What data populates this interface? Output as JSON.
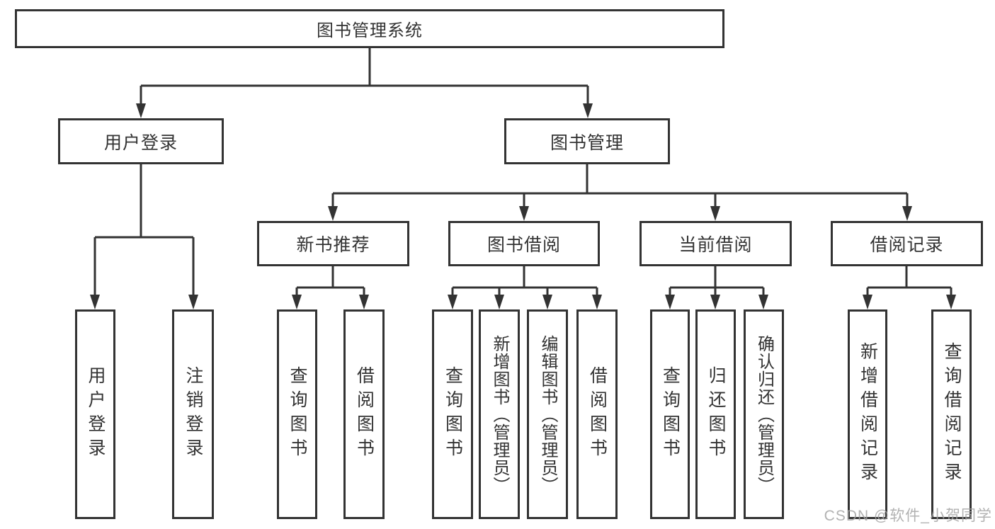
{
  "tree": {
    "root": {
      "label": "图书管理系统"
    },
    "branches": [
      {
        "label": "用户登录",
        "leaves": [
          {
            "label": "用户登录"
          },
          {
            "label": "注销登录"
          }
        ]
      },
      {
        "label": "图书管理",
        "groups": [
          {
            "label": "新书推荐",
            "leaves": [
              {
                "label": "查询图书"
              },
              {
                "label": "借阅图书"
              }
            ]
          },
          {
            "label": "图书借阅",
            "leaves": [
              {
                "label": "查询图书"
              },
              {
                "label": "新增图书（管理员）"
              },
              {
                "label": "编辑图书（管理员）"
              },
              {
                "label": "借阅图书"
              }
            ]
          },
          {
            "label": "当前借阅",
            "leaves": [
              {
                "label": "查询图书"
              },
              {
                "label": "归还图书"
              },
              {
                "label": "确认归还（管理员）"
              }
            ]
          },
          {
            "label": "借阅记录",
            "leaves": [
              {
                "label": "新增借阅记录"
              },
              {
                "label": "查询借阅记录"
              }
            ]
          }
        ]
      }
    ]
  },
  "watermark": {
    "text": "CSDN @软件_小贺同学"
  },
  "colors": {
    "line": "#333333",
    "border": "#333333",
    "text": "#333333",
    "watermark": "#a5a5a5",
    "background": "#ffffff"
  }
}
